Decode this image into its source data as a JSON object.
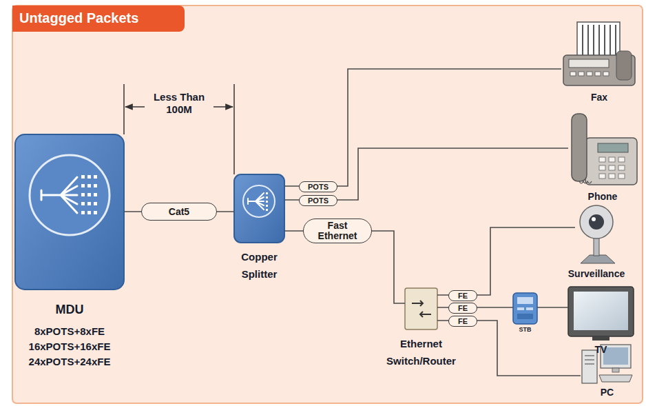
{
  "diagram": {
    "title": "Untagged Packets",
    "nodes": [
      {
        "text": [
          "MDU",
          "8xPOTS+8xFE",
          "16xPOTS+16xFE",
          "24xPOTS+24xFE"
        ]
      },
      {
        "text": [
          "Copper Splitter"
        ]
      },
      {
        "text": [
          "Fax"
        ]
      },
      {
        "text": [
          "Phone"
        ]
      },
      {
        "text": [
          "Ethernet Switch/Router"
        ]
      },
      {
        "text": [
          "Surveillance"
        ]
      },
      {
        "text": [
          "STB"
        ]
      },
      {
        "text": [
          "TV"
        ]
      },
      {
        "text": [
          "PC"
        ]
      }
    ],
    "edges": [
      {
        "from": 0,
        "to": 1,
        "label": "Cat5",
        "arrow": "none"
      },
      {
        "from": 1,
        "to": 2,
        "label": "POTS",
        "arrow": "none"
      },
      {
        "from": 1,
        "to": 3,
        "label": "POTS",
        "arrow": "none"
      },
      {
        "from": 1,
        "to": 4,
        "label": "Fast Ethernet",
        "arrow": "none"
      },
      {
        "from": 4,
        "to": 5,
        "label": "FE",
        "arrow": "none"
      },
      {
        "from": 4,
        "to": 6,
        "label": "FE",
        "arrow": "none"
      },
      {
        "from": 6,
        "to": 7,
        "arrow": "none"
      },
      {
        "from": 4,
        "to": 8,
        "label": "FE",
        "arrow": "none"
      }
    ],
    "labels": [
      "Less Than 100M"
    ]
  }
}
